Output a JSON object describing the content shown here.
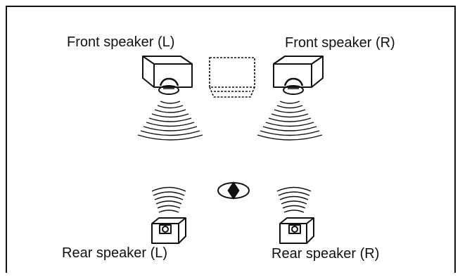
{
  "labels": {
    "front_left": "Front speaker (L)",
    "front_right": "Front speaker (R)",
    "rear_left": "Rear speaker (L)",
    "rear_right": "Rear speaker (R)"
  },
  "icons": {
    "front_left": "speaker-icon",
    "front_right": "speaker-icon",
    "center": "center-speaker-icon",
    "listener": "listener-icon",
    "rear_left": "speaker-icon",
    "rear_right": "speaker-icon"
  },
  "colors": {
    "ink": "#111111",
    "background": "#ffffff"
  }
}
